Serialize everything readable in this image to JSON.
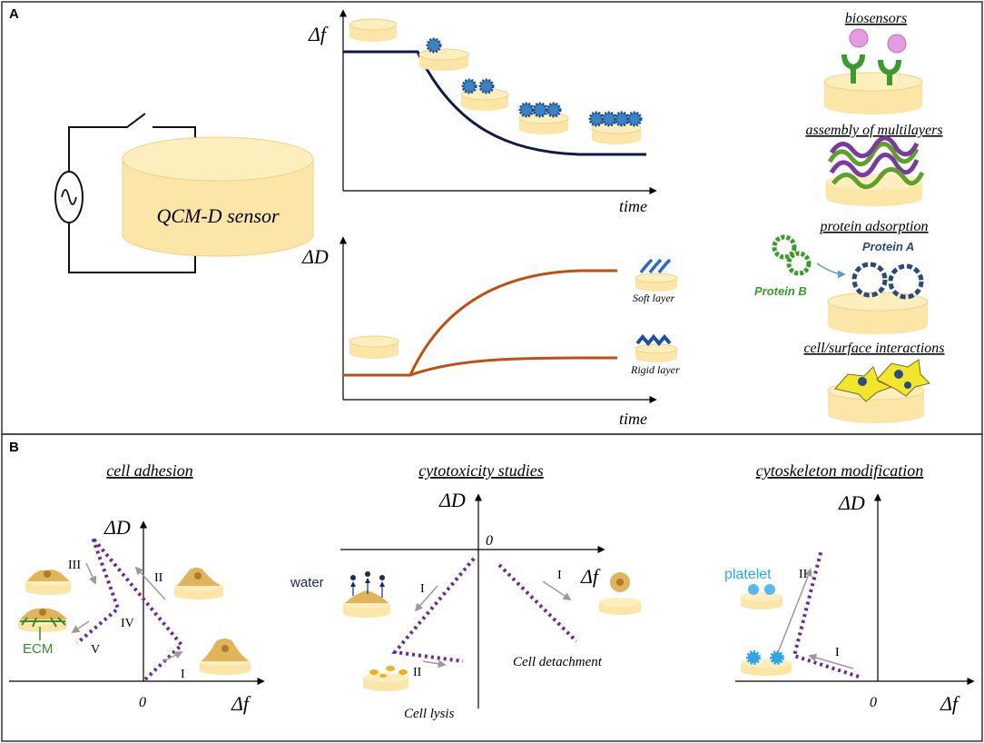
{
  "panels": {
    "a_label": "A",
    "b_label": "B"
  },
  "panel_a": {
    "sensor_label": "QCM-D sensor",
    "df_axis": "Δf",
    "time_axis_1": "time",
    "dd_axis": "ΔD",
    "time_axis_2": "time",
    "soft_layer": "Soft layer",
    "rigid_layer": "Rigid layer",
    "applications": {
      "biosensors": "biosensors",
      "multilayers": "assembly of multilayers",
      "protein_adsorption": "protein adsorption",
      "protein_a": "Protein A",
      "protein_b": "Protein B",
      "cell_surface": "cell/surface interactions"
    }
  },
  "panel_b": {
    "cell_adhesion": {
      "title": "cell adhesion",
      "y_axis": "ΔD",
      "x_axis": "Δf",
      "origin": "0",
      "phases": [
        "I",
        "II",
        "III",
        "IV",
        "V"
      ],
      "ecm": "ECM"
    },
    "cytotoxicity": {
      "title": "cytotoxicity studies",
      "y_axis": "ΔD",
      "x_axis": "Δf",
      "origin": "0",
      "water": "water",
      "phase_i_left": "I",
      "phase_ii": "II",
      "phase_i_right": "I",
      "cell_lysis": "Cell lysis",
      "cell_detachment": "Cell detachment"
    },
    "cytoskeleton": {
      "title": "cytoskeleton modification",
      "y_axis": "ΔD",
      "x_axis": "Δf",
      "origin": "0",
      "platelet": "platelet",
      "phase_i": "I",
      "phase_ii": "II"
    }
  },
  "colors": {
    "disc_fill": "#fbe6a8",
    "disc_edge": "#e8c97a",
    "df_curve": "#0d1a4a",
    "dd_curve": "#c0500f",
    "dotted_path": "#6a2a9a",
    "protein_blue": "#2a4a7a",
    "protein_green": "#3a9a2a",
    "ecm_green": "#3b8a2a",
    "water_blue": "#1a2a6a",
    "platelet_blue": "#22aaee",
    "cell_tan": "#e0b45a",
    "cell_yellow": "#f2e62a"
  }
}
